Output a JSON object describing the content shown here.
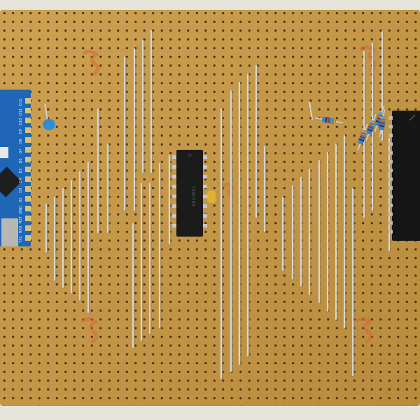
{
  "photo": {
    "subject": "perfboard",
    "colors": {
      "wall": "#e7e4dc",
      "board": "#c89a45",
      "board_dark": "#b1843a",
      "hole": "#4a3216",
      "wire": "#cfcfc9",
      "wire_shadow": "#8f7a55",
      "ic_body": "#1b1b1b",
      "pin": "#c8c8c8",
      "arduino_pcb": "#1f66b7",
      "resistor": "#3c80c8",
      "cap_blue": "#2f8ed6",
      "cap_yellow": "#e0b030",
      "red_mark": "#d46a3c"
    }
  },
  "arduino": {
    "pin_labels": [
      "D12",
      "D11",
      "D10",
      "D9",
      "D8",
      "D7",
      "D6",
      "D5",
      "D4",
      "D3",
      "D2",
      "GND",
      "RST",
      "RX0",
      "TX1"
    ]
  },
  "ic_small": {
    "marking": "74HC595"
  }
}
